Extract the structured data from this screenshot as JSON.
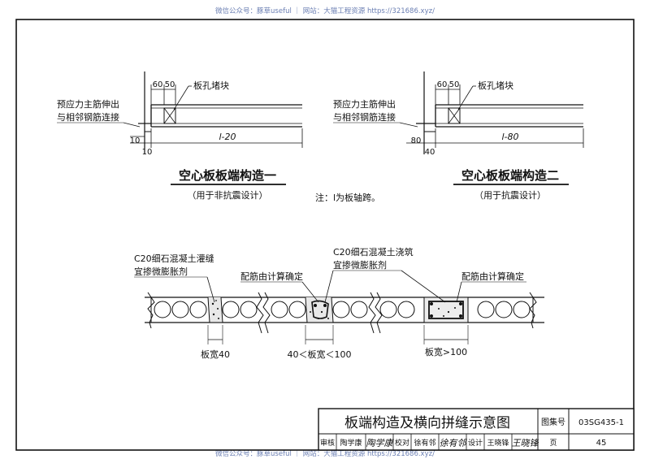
{
  "watermark": {
    "top": "微信公众号：豚草useful ｜ 网站：大猫工程资源 https://321686.xyz/",
    "bottom": "微信公众号：豚草useful ｜ 网站：大猫工程资源 https://321686.xyz/"
  },
  "detail1": {
    "dim_60": "60",
    "dim_50": "50",
    "plug_label": "板孔堵块",
    "rebar_label_line1": "预应力主筋伸出",
    "rebar_label_line2": "与相邻钢筋连接",
    "span_label": "l-20",
    "dim_left_v": "10",
    "dim_left_h": "10",
    "title": "空心板板端构造一",
    "subtitle": "（用于非抗震设计）"
  },
  "detail2": {
    "dim_60": "60",
    "dim_50": "50",
    "plug_label": "板孔堵块",
    "rebar_label_line1": "预应力主筋伸出",
    "rebar_label_line2": "与相邻钢筋连接",
    "span_label": "l-80",
    "dim_left_v": "80",
    "dim_left_h": "40",
    "title": "空心板板端构造二",
    "subtitle": "（用于抗震设计）"
  },
  "note": "注：l为板轴跨。",
  "section": {
    "grout1_line1": "C20细石混凝土灌缝",
    "grout1_line2": "宜掺微膨胀剂",
    "grout2_line1": "C20细石混凝土浇筑",
    "grout2_line2": "宜掺微膨胀剂",
    "rebar_calc_1": "配筋由计算确定",
    "rebar_calc_2": "配筋由计算确定",
    "width_1": "板宽40",
    "width_2": "40＜板宽＜100",
    "width_3": "板宽>100"
  },
  "titleblock": {
    "title": "板端构造及横向拼缝示意图",
    "atlas_label": "图集号",
    "atlas_no": "03SG435-1",
    "review_label": "审核",
    "reviewer": "陶学康",
    "check_label": "校对",
    "checker": "徐有邻",
    "design_label": "设计",
    "designer": "王晓锋",
    "page_label": "页",
    "page_no": "45"
  }
}
